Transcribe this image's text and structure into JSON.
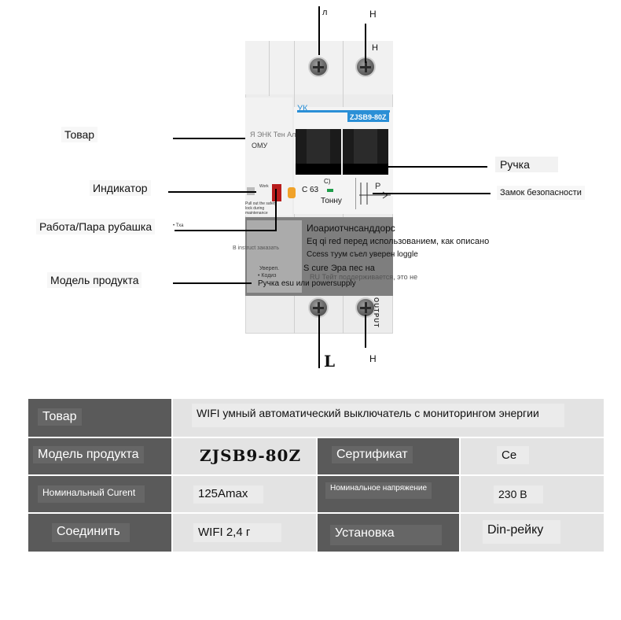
{
  "device": {
    "terminal_top_left": "л",
    "terminal_top_right": "Н",
    "terminal_top_right_inner": "Н",
    "terminal_bottom_left": "L",
    "terminal_bottom_right": "Н",
    "brand": "УК",
    "model_badge": "ZJSB9-80Z",
    "face_text_1": "Я ЭНК Тен Аль",
    "face_text_2": "ОМУ",
    "rating": "С 63",
    "rating_top": "С)",
    "rating_bottom": "Тонну",
    "work_tiny": "Work",
    "module_tiny": "Pull out the safety lock during maintenance",
    "output": "OUTPUT",
    "panel_side_1": "В instruct заказать",
    "panel_side_2": "Увереп.",
    "panel_side_3": "• Кодиз",
    "panel_side_4": "• Тха"
  },
  "overlay": {
    "line1": "Иоариотчнсанддорс",
    "line2": "Eq qi red перед использованием, как описано",
    "line3": "Ccess туум съел уверен loggle",
    "line4": "S cure Эра пес на",
    "line4b": "RU Тейт поддерживается, это не",
    "line5": "Ручка esu или powersupply"
  },
  "callouts": {
    "product": "Товар",
    "indicator": "Индикатор",
    "work_pair": "Работа/Пара рубашка",
    "model": "Модель продукта",
    "handle": "Ручка",
    "safety_lock": "Замок безопасности"
  },
  "spec_table": {
    "product_label": "Товар",
    "product_value": "WIFI умный автоматический выключатель с мониторингом энергии",
    "model_label": "Модель продукта",
    "model_value": "ZJSB9-80Z",
    "cert_label": "Сертификат",
    "cert_value": "Се",
    "current_label": "Номинальный Curent",
    "current_value": "125Amax",
    "voltage_label": "Номинальное напряжение",
    "voltage_value": "230 В",
    "connect_label": "Соединить",
    "connect_value": "WIFI 2,4 г",
    "install_label": "Установка",
    "install_value": "Din-рейку"
  }
}
